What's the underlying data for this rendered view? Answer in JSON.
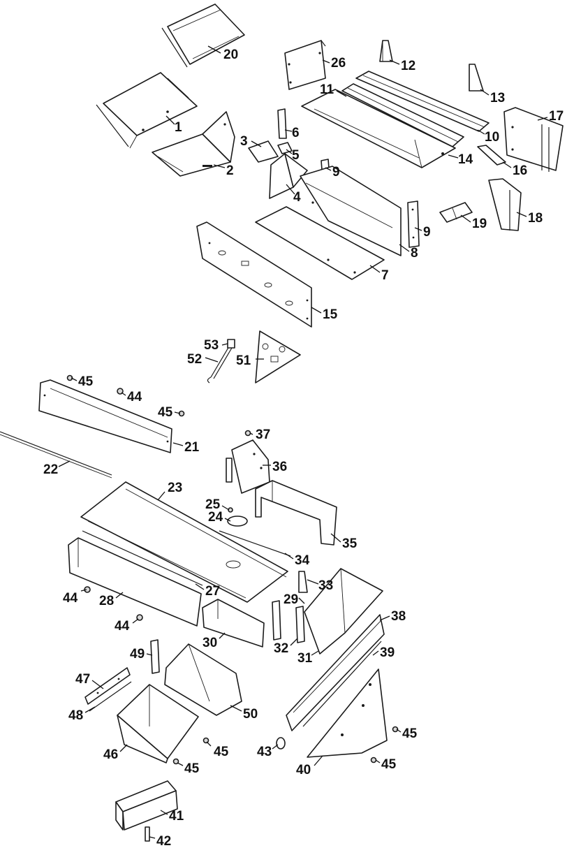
{
  "callouts": [
    {
      "id": "1",
      "label": "1"
    },
    {
      "id": "2",
      "label": "2"
    },
    {
      "id": "3",
      "label": "3"
    },
    {
      "id": "4",
      "label": "4"
    },
    {
      "id": "5",
      "label": "5"
    },
    {
      "id": "6",
      "label": "6"
    },
    {
      "id": "7",
      "label": "7"
    },
    {
      "id": "8",
      "label": "8"
    },
    {
      "id": "9a",
      "label": "9"
    },
    {
      "id": "9b",
      "label": "9"
    },
    {
      "id": "10",
      "label": "10"
    },
    {
      "id": "11",
      "label": "11"
    },
    {
      "id": "12",
      "label": "12"
    },
    {
      "id": "13",
      "label": "13"
    },
    {
      "id": "14",
      "label": "14"
    },
    {
      "id": "15",
      "label": "15"
    },
    {
      "id": "16",
      "label": "16"
    },
    {
      "id": "17",
      "label": "17"
    },
    {
      "id": "18",
      "label": "18"
    },
    {
      "id": "19",
      "label": "19"
    },
    {
      "id": "20",
      "label": "20"
    },
    {
      "id": "21",
      "label": "21"
    },
    {
      "id": "22",
      "label": "22"
    },
    {
      "id": "23",
      "label": "23"
    },
    {
      "id": "24",
      "label": "24"
    },
    {
      "id": "25",
      "label": "25"
    },
    {
      "id": "26",
      "label": "26"
    },
    {
      "id": "27",
      "label": "27"
    },
    {
      "id": "28",
      "label": "28"
    },
    {
      "id": "29",
      "label": "29"
    },
    {
      "id": "30",
      "label": "30"
    },
    {
      "id": "31",
      "label": "31"
    },
    {
      "id": "32",
      "label": "32"
    },
    {
      "id": "33",
      "label": "33"
    },
    {
      "id": "34",
      "label": "34"
    },
    {
      "id": "35",
      "label": "35"
    },
    {
      "id": "36",
      "label": "36"
    },
    {
      "id": "37",
      "label": "37"
    },
    {
      "id": "38",
      "label": "38"
    },
    {
      "id": "39",
      "label": "39"
    },
    {
      "id": "40",
      "label": "40"
    },
    {
      "id": "41",
      "label": "41"
    },
    {
      "id": "42",
      "label": "42"
    },
    {
      "id": "43",
      "label": "43"
    },
    {
      "id": "44a",
      "label": "44"
    },
    {
      "id": "44b",
      "label": "44"
    },
    {
      "id": "44c",
      "label": "44"
    },
    {
      "id": "45a",
      "label": "45"
    },
    {
      "id": "45b",
      "label": "45"
    },
    {
      "id": "45c",
      "label": "45"
    },
    {
      "id": "45d",
      "label": "45"
    },
    {
      "id": "45e",
      "label": "45"
    },
    {
      "id": "45f",
      "label": "45"
    },
    {
      "id": "46",
      "label": "46"
    },
    {
      "id": "47",
      "label": "47"
    },
    {
      "id": "48",
      "label": "48"
    },
    {
      "id": "49",
      "label": "49"
    },
    {
      "id": "50",
      "label": "50"
    },
    {
      "id": "51",
      "label": "51"
    },
    {
      "id": "52",
      "label": "52"
    },
    {
      "id": "53",
      "label": "53"
    }
  ],
  "colors": {
    "line": "#1a1a1a",
    "background": "#ffffff"
  }
}
